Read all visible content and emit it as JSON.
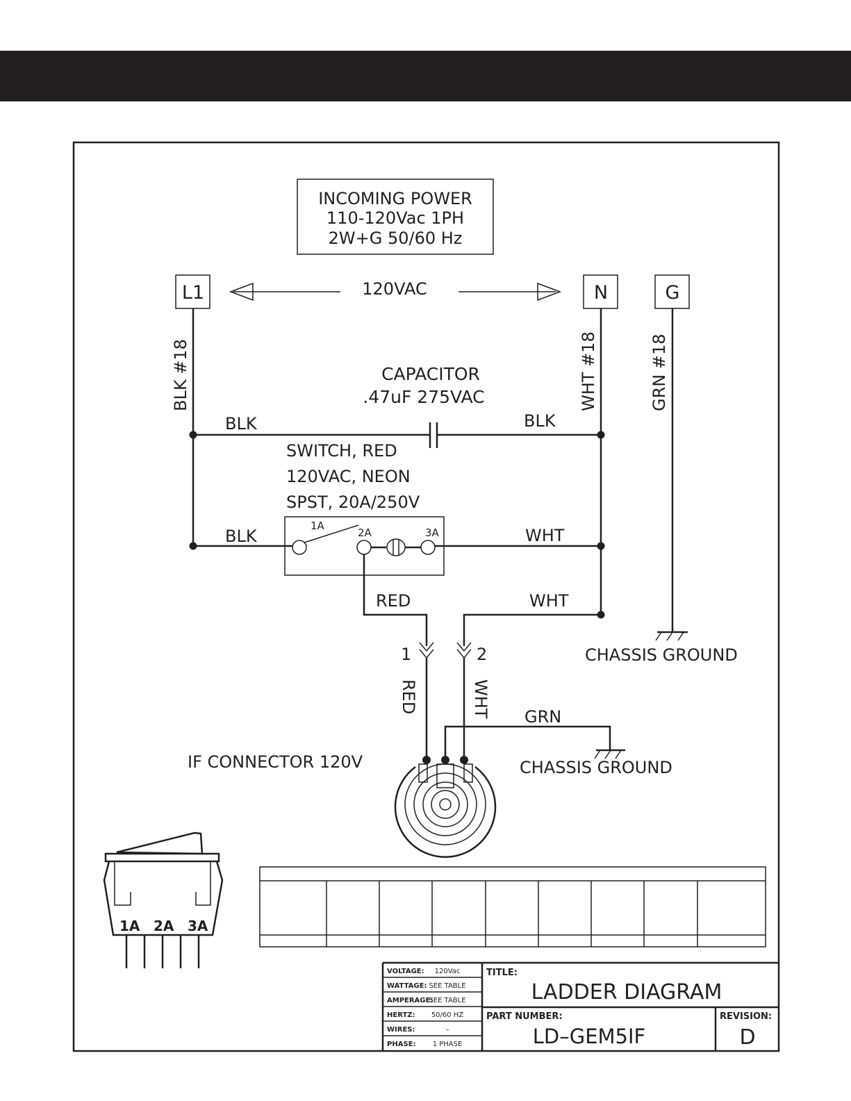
{
  "power_box": {
    "line1": "INCOMING POWER",
    "line2": "110-120Vac 1PH",
    "line3": "2W+G 50/60 Hz"
  },
  "terminals": {
    "l1": "L1",
    "n": "N",
    "g": "G"
  },
  "voltage_label": "120VAC",
  "wires": {
    "blk_18": "BLK  #18",
    "wht_18": "WHT  #18",
    "grn_18": "GRN  #18",
    "blk_cap_left": "BLK",
    "blk_cap_right": "BLK",
    "blk_switch": "BLK",
    "wht_switch": "WHT",
    "red": "RED",
    "wht_bottom": "WHT",
    "red_vert": "RED",
    "wht_vert": "WHT",
    "grn": "GRN"
  },
  "capacitor": {
    "line1": "CAPACITOR",
    "line2": ".47uF  275VAC"
  },
  "switch": {
    "line1": "SWITCH,  RED",
    "line2": "120VAC,  NEON",
    "line3": "SPST,  20A/250V",
    "pin1": "1A",
    "pin2": "2A",
    "pin3": "3A"
  },
  "connector": {
    "label": "IF  CONNECTOR  120V",
    "pin1": "1",
    "pin2": "2"
  },
  "grounds": {
    "g1": "CHASSIS  GROUND",
    "g2": "CHASSIS  GROUND"
  },
  "rocker_pins": {
    "p1": "1A",
    "p2": "2A",
    "p3": "3A"
  },
  "specs": [
    {
      "key": "VOLTAGE:",
      "value": "120Vac"
    },
    {
      "key": "WATTAGE:",
      "value": "SEE TABLE"
    },
    {
      "key": "AMPERAGE:",
      "value": "SEE TABLE"
    },
    {
      "key": "HERTZ:",
      "value": "50/60 HZ"
    },
    {
      "key": "WIRES:",
      "value": "–"
    },
    {
      "key": "PHASE:",
      "value": "1 PHASE"
    }
  ],
  "title_block": {
    "title_label": "TITLE:",
    "title": "LADDER  DIAGRAM",
    "part_label": "PART NUMBER:",
    "part": "LD–GEM5IF",
    "rev_label": "REVISION:",
    "rev": "D"
  },
  "colors": {
    "ink": "#231f20",
    "band": "#231f20",
    "background": "#ffffff"
  }
}
